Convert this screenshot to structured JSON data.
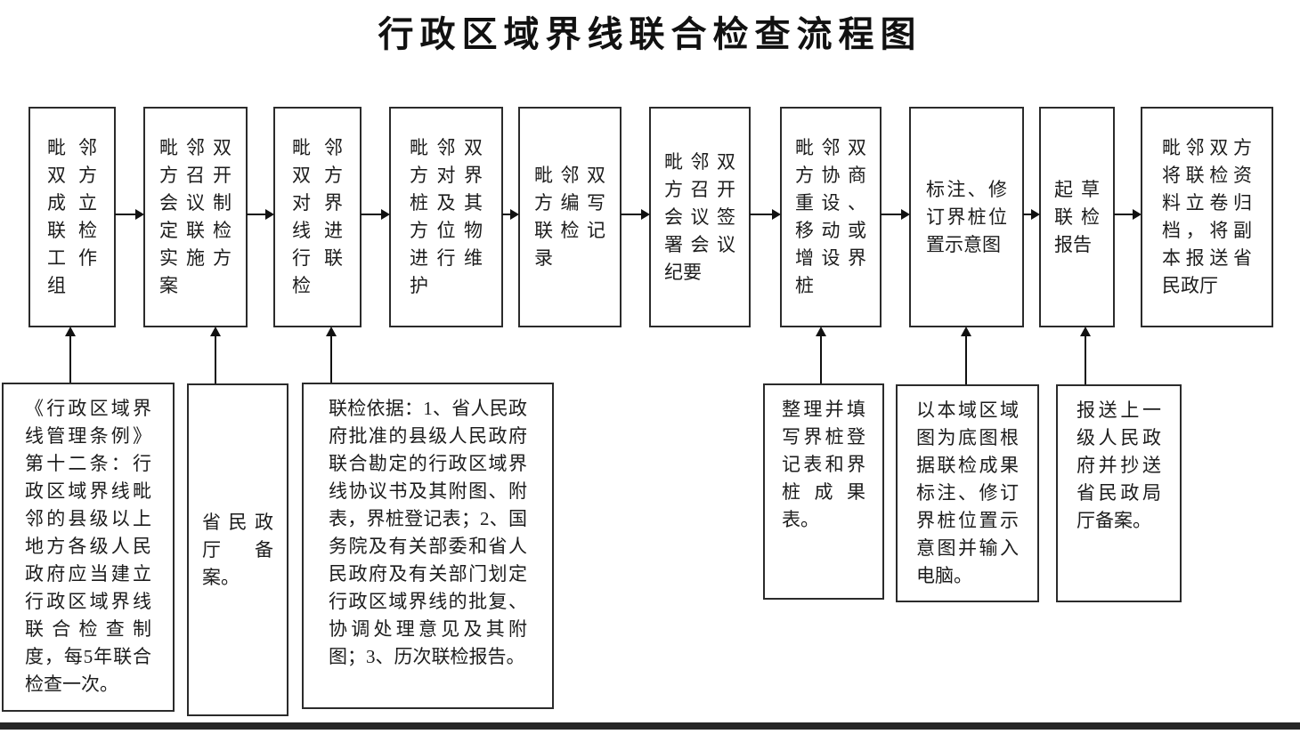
{
  "title": "行政区域界线联合检查流程图",
  "flow": {
    "top_steps": [
      {
        "label": "毗邻双方成立联检工作组"
      },
      {
        "label": "毗邻双方召开会议制定联检实施方案"
      },
      {
        "label": "毗邻双方对界线进行联检"
      },
      {
        "label": "毗邻双方对界桩及其方位物进行维护"
      },
      {
        "label": "毗邻双方编写联检记录"
      },
      {
        "label": "毗邻双方召开会议签署会议纪要"
      },
      {
        "label": "毗邻双方协商重设、移动或增设界桩"
      },
      {
        "label": "标注、修订界桩位置示意图"
      },
      {
        "label": "起草联检报告"
      },
      {
        "label": "毗邻双方将联检资料立卷归档，将副本报送省民政厅"
      }
    ],
    "note_boxes": [
      {
        "label": "《行政区域界线管理条例》第十二条：行政区域界线毗邻的县级以上地方各级人民政府应当建立行政区域界线联合检查制度，每5年联合检查一次。"
      },
      {
        "label": "省民政厅备案。"
      },
      {
        "label": "联检依据：1、省人民政府批准的县级人民政府联合勘定的行政区域界线协议书及其附图、附表，界桩登记表；2、国务院及有关部委和省人民政府及有关部门划定行政区域界线的批复、协调处理意见及其附图；3、历次联检报告。"
      },
      {
        "label": "整理并填写界桩登记表和界桩成果表。"
      },
      {
        "label": "以本域区域图为底图根据联检成果标注、修订界桩位置示意图并输入电脑。"
      },
      {
        "label": "报送上一级人民政府并抄送省民政局厅备案。"
      }
    ]
  }
}
